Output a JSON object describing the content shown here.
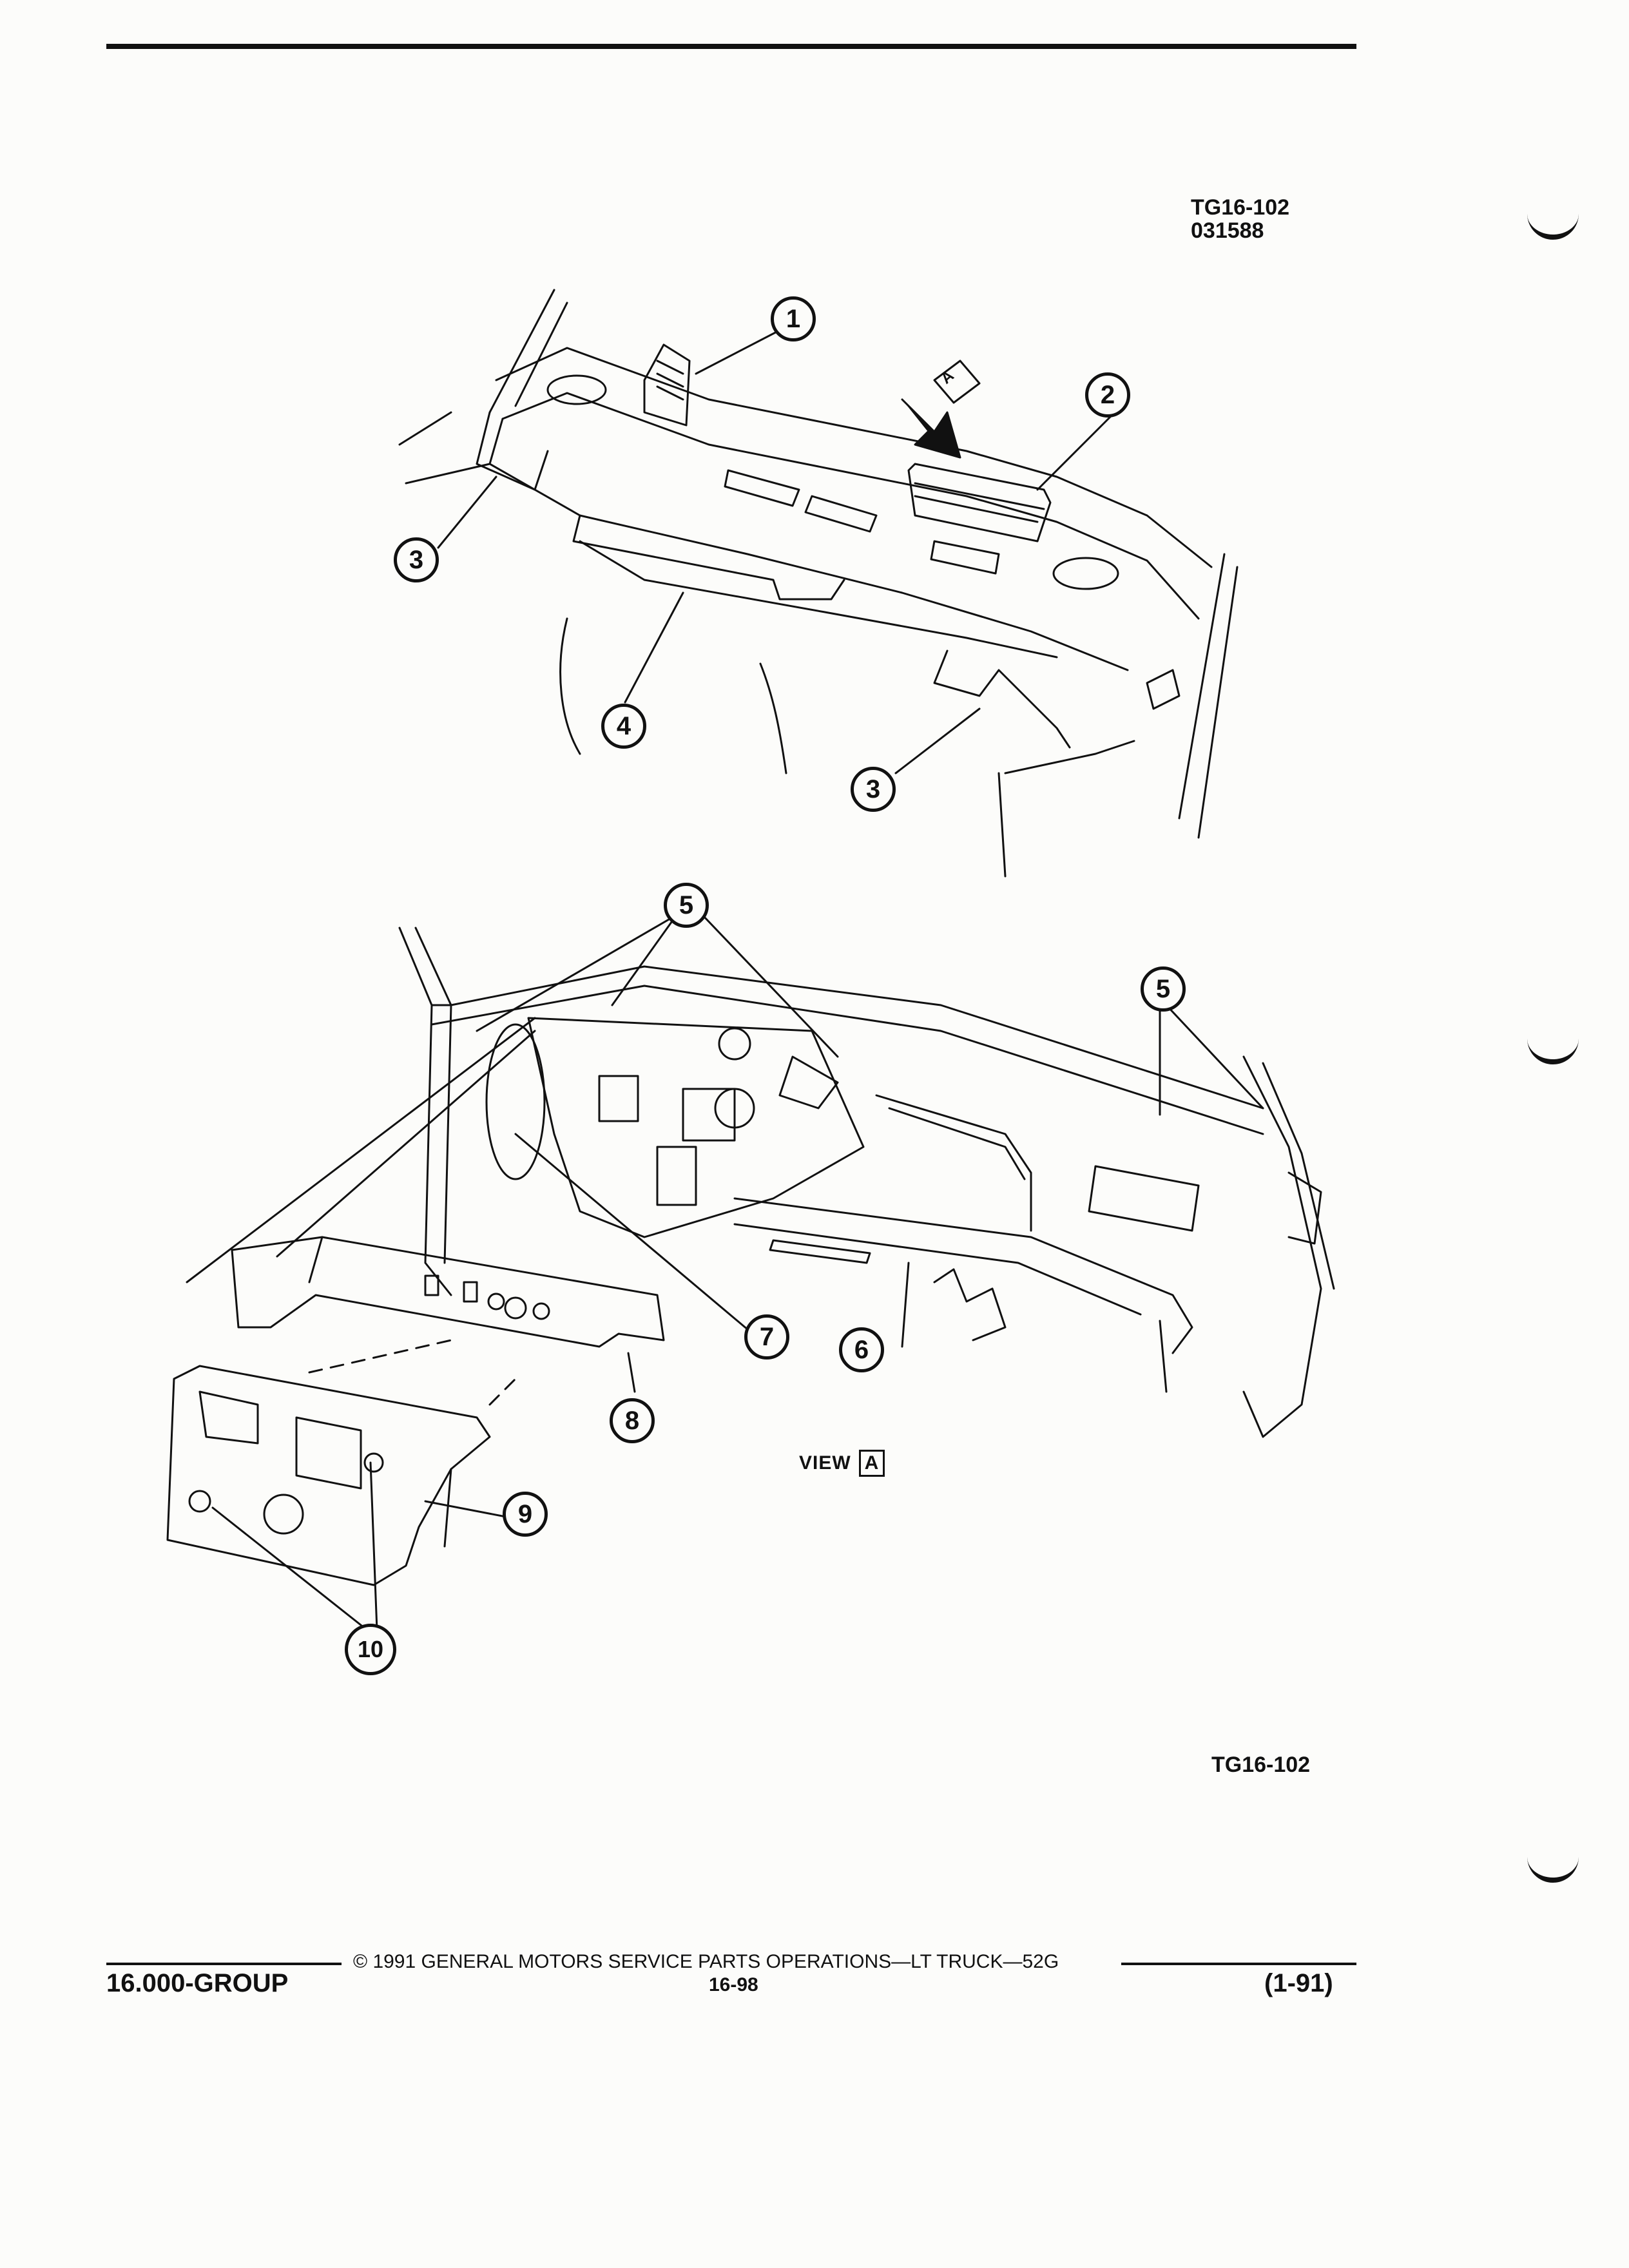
{
  "figure": {
    "code_top_line1": "TG16-102",
    "code_top_line2": "031588",
    "code_bottom": "TG16-102",
    "view_label": "VIEW",
    "view_letter": "A",
    "view_arrow_letter": "A"
  },
  "callouts": [
    "1",
    "2",
    "3",
    "3",
    "4",
    "5",
    "5",
    "6",
    "7",
    "8",
    "9",
    "10"
  ],
  "footer": {
    "copyright": "© 1991 GENERAL MOTORS SERVICE PARTS OPERATIONS—LT TRUCK—52G",
    "group": "16.000-GROUP",
    "page": "16-98",
    "date": "(1-91)"
  }
}
